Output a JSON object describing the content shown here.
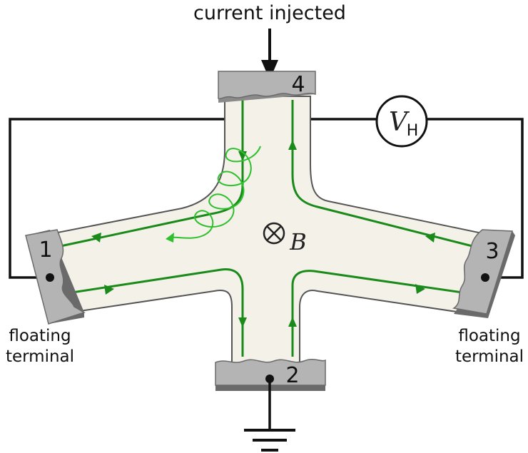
{
  "title": "current injected",
  "terminals": [
    {
      "id": "1",
      "label": "1"
    },
    {
      "id": "2",
      "label": "2"
    },
    {
      "id": "3",
      "label": "3"
    },
    {
      "id": "4",
      "label": "4"
    }
  ],
  "floating_label_line1": "floating",
  "floating_label_line2": "terminal",
  "voltmeter": {
    "symbol": "V",
    "subscript": "H"
  },
  "field": {
    "symbol": "B",
    "direction_symbol": "⊗"
  },
  "colors": {
    "sample": "#f4f1e8",
    "contact": "#b4b4b4",
    "contact_edge": "#6a6a6a",
    "edge_channel": "#1a8a1a",
    "orbit": "#2fc02f",
    "wire": "#111111"
  }
}
